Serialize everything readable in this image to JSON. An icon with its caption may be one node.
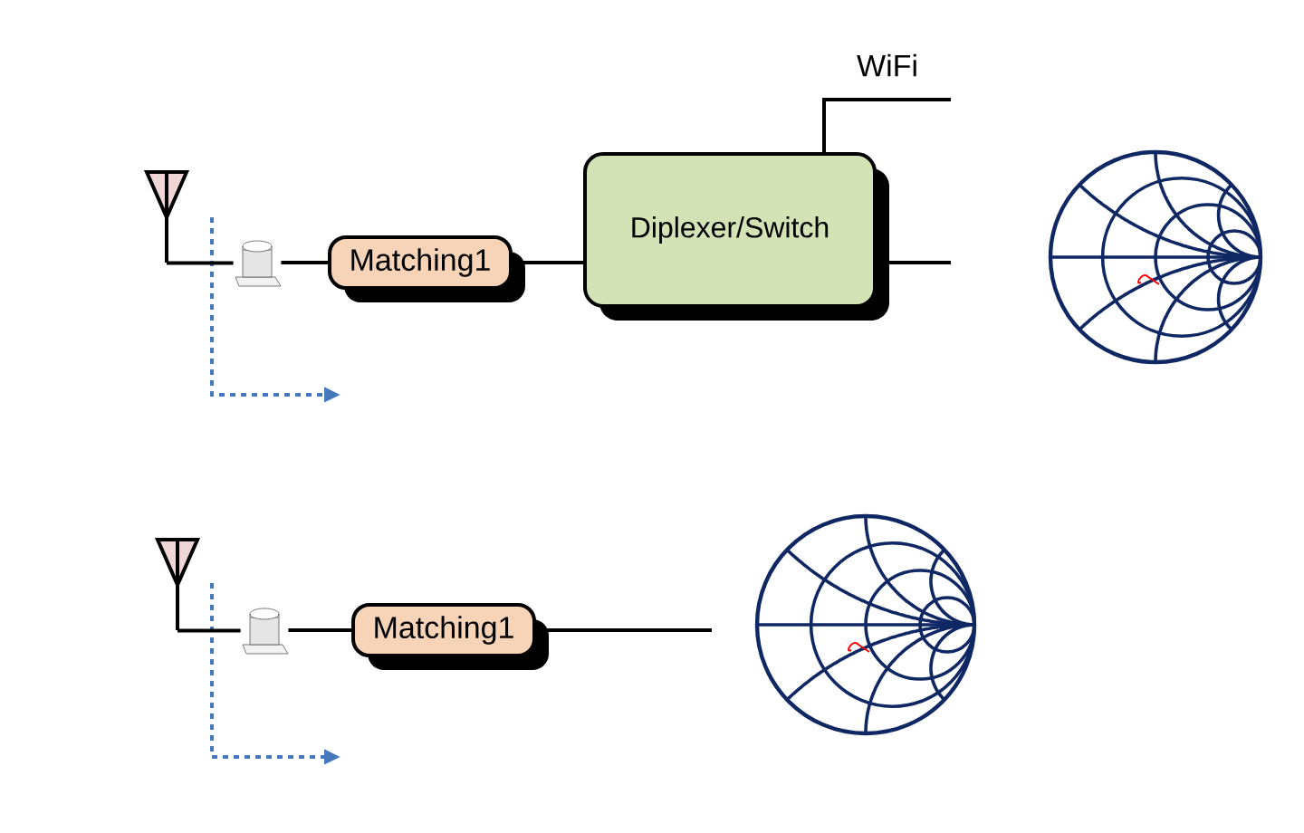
{
  "diagram": {
    "nodes": [
      {
        "text": [],
        "shape": "picture"
      },
      {
        "text": [],
        "shape": "picture"
      },
      {
        "text": [
          "Matching1"
        ]
      },
      {
        "text": [
          "Diplexer/Switch"
        ]
      },
      {
        "text": [],
        "shape": "picture"
      },
      {
        "text": [],
        "shape": "picture"
      },
      {
        "text": [],
        "shape": "picture"
      },
      {
        "text": [
          "Matching1"
        ]
      },
      {
        "text": [],
        "shape": "picture"
      }
    ],
    "edges": [
      {
        "from": 0,
        "to": 1,
        "arrow": "none"
      },
      {
        "from": 1,
        "to": 2,
        "arrow": "none"
      },
      {
        "from": 2,
        "to": 3,
        "arrow": "none"
      },
      {
        "from": 3,
        "to": null,
        "arrow": "none",
        "label": "WiFi"
      },
      {
        "from": 3,
        "to": null,
        "arrow": "none"
      },
      {
        "from": 5,
        "to": 6,
        "arrow": "none"
      },
      {
        "from": 6,
        "to": 7,
        "arrow": "none"
      },
      {
        "from": 7,
        "to": null,
        "arrow": "none"
      }
    ]
  }
}
